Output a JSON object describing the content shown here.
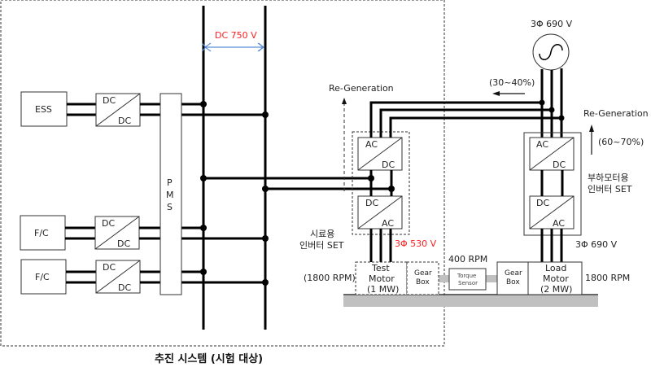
{
  "diagram": {
    "title": "추진 시스템 (시험 대상)",
    "dc_bus": {
      "label": "DC 750 V",
      "label_color": "#ff2020",
      "arrow_color": "#5b8fd6"
    },
    "sources": [
      {
        "name": "ESS",
        "converter_top": "DC",
        "converter_bottom": "DC"
      },
      {
        "name": "F/C",
        "converter_top": "DC",
        "converter_bottom": "DC"
      },
      {
        "name": "F/C",
        "converter_top": "DC",
        "converter_bottom": "DC"
      }
    ],
    "pms": {
      "letters": [
        "P",
        "M",
        "S"
      ]
    },
    "test_inverter": {
      "upper": {
        "top": "AC",
        "bottom": "DC"
      },
      "lower": {
        "top": "DC",
        "bottom": "AC"
      },
      "label_line1": "시료용",
      "label_line2": "인버터 SET",
      "regen_label": "Re-Generation",
      "output_voltage": "3Φ 530 V"
    },
    "grid": {
      "voltage": "3Φ 690 V",
      "flow_percent": "(30~40%)",
      "regen_label": "Re-Generation",
      "regen_percent": "(60~70%)"
    },
    "load_inverter": {
      "upper": {
        "top": "AC",
        "bottom": "DC"
      },
      "lower": {
        "top": "DC",
        "bottom": "AC"
      },
      "label_line1": "부하모터용",
      "label_line2": "인버터 SET",
      "output_voltage": "3Φ 690 V"
    },
    "test_bench": {
      "test_motor": {
        "line1": "Test",
        "line2": "Motor",
        "line3": "(1 MW)",
        "rpm": "(1800 RPM)"
      },
      "gear_box_left": {
        "line1": "Gear",
        "line2": "Box"
      },
      "torque_sensor": {
        "line1": "Torque",
        "line2": "Sensor",
        "rpm": "400 RPM"
      },
      "gear_box_right": {
        "line1": "Gear",
        "line2": "Box"
      },
      "load_motor": {
        "line1": "Load",
        "line2": "Motor",
        "line3": "(2 MW)",
        "rpm": "1800 RPM"
      }
    }
  }
}
